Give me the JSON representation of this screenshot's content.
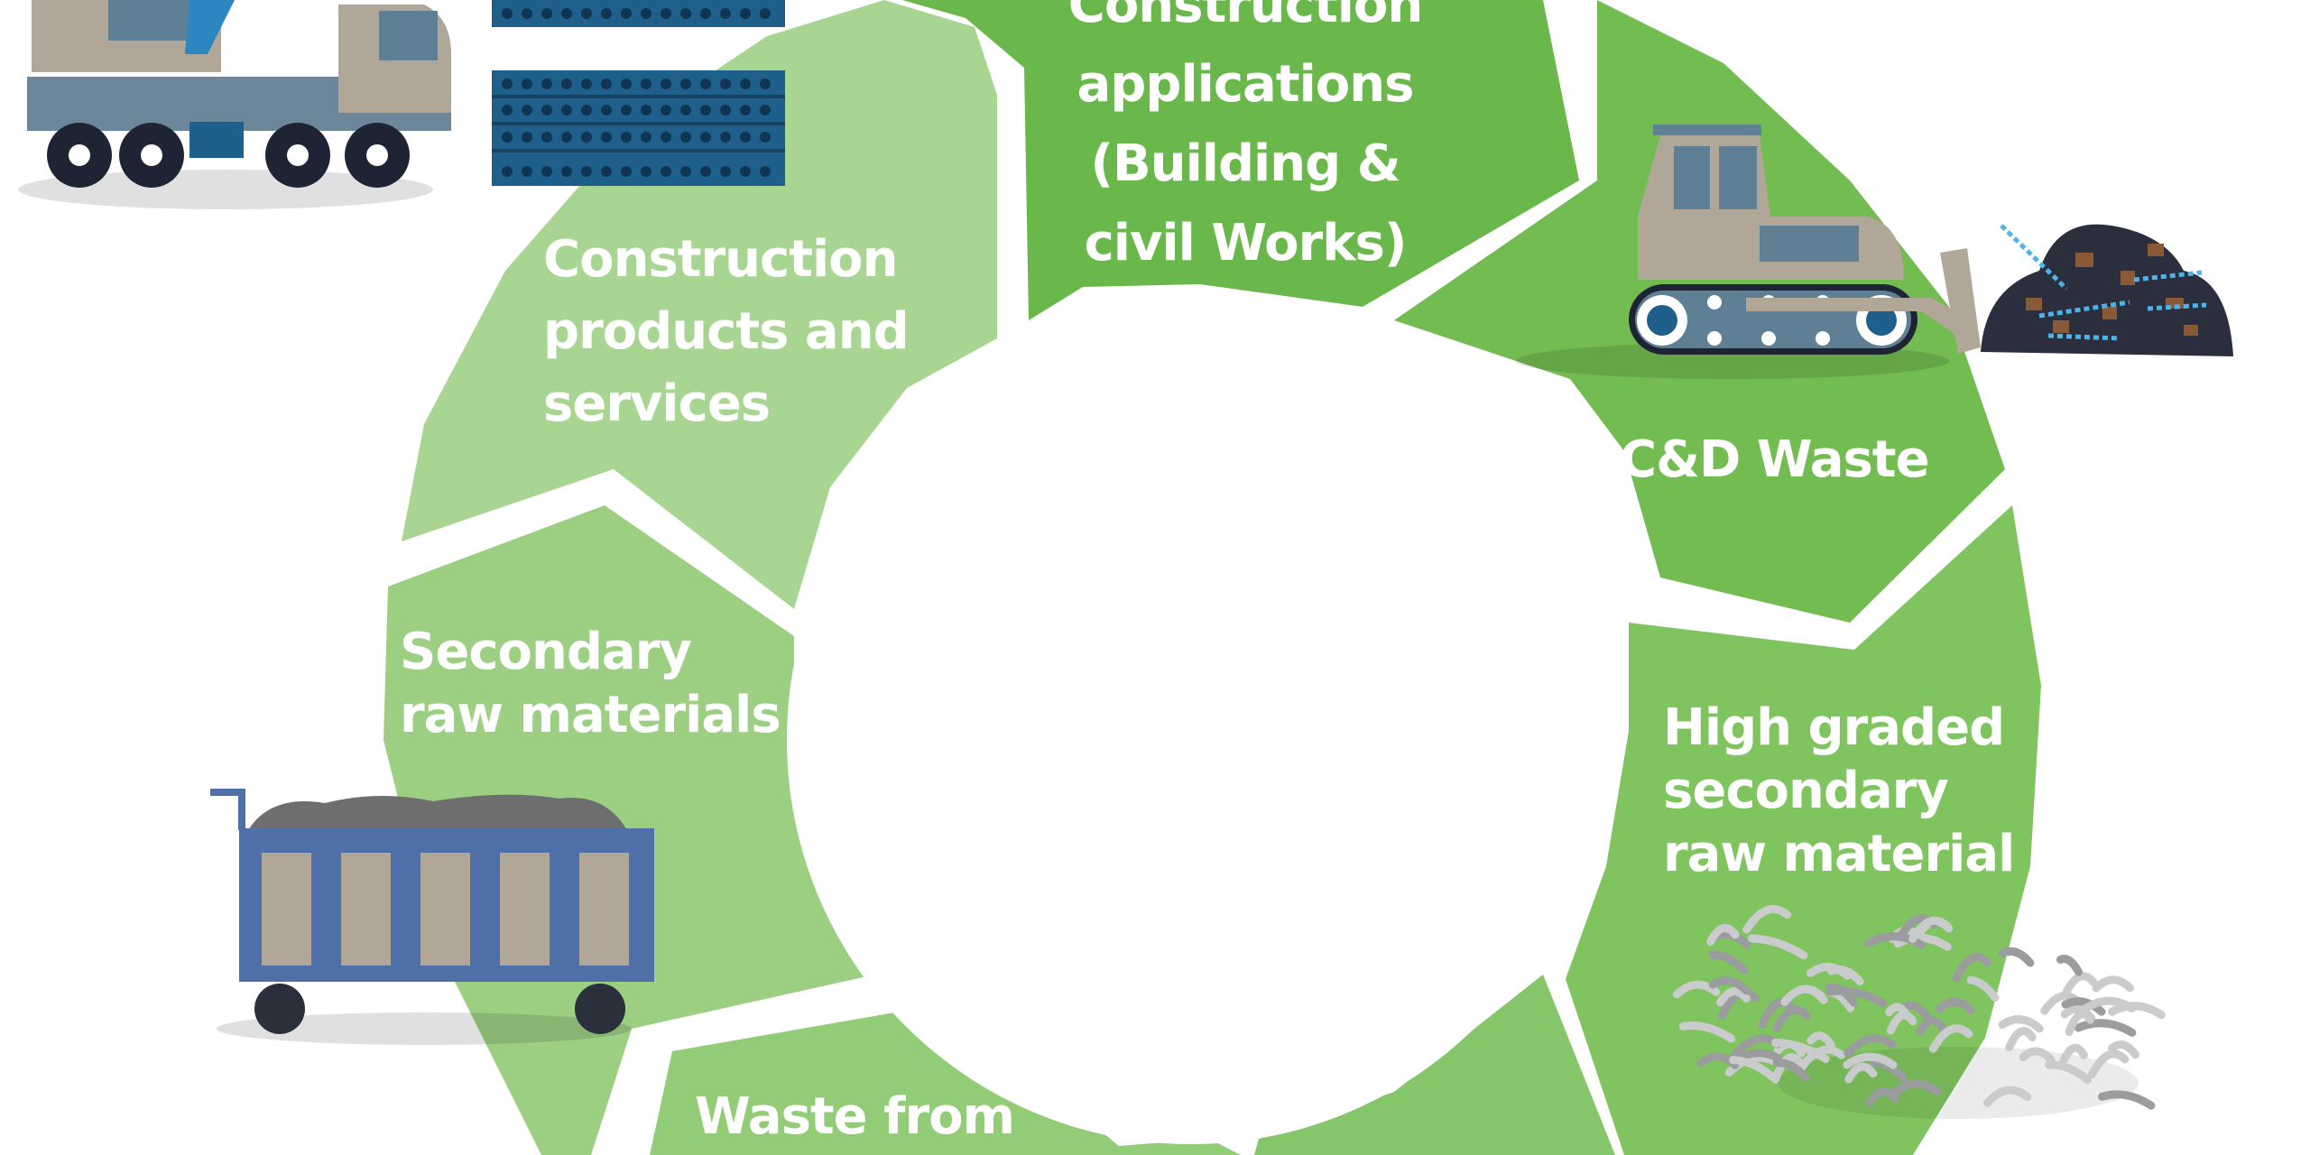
{
  "diagram": {
    "segments": [
      {
        "id": "construction-applications",
        "lines": [
          "Construction",
          "applications",
          "(Building &",
          "civil Works)"
        ]
      },
      {
        "id": "cd-waste",
        "lines": [
          "C&D Waste"
        ]
      },
      {
        "id": "high-graded-secondary-raw-material",
        "lines": [
          "High graded",
          "secondary",
          "raw material"
        ]
      },
      {
        "id": "waste-from",
        "lines": [
          "Waste from"
        ]
      },
      {
        "id": "secondary-raw-materials",
        "lines": [
          "Secondary",
          "raw materials"
        ]
      },
      {
        "id": "construction-products-and-services",
        "lines": [
          "Construction",
          "products and",
          "services"
        ]
      }
    ],
    "colors": {
      "segment_dark": "#6ab74b",
      "segment_mid": "#7fc45f",
      "segment_light": "#9ccf82",
      "segment_lightest": "#a9d592",
      "icon_blue": "#1f5f8b",
      "icon_grey": "#b0a799"
    },
    "icons": [
      "crane-truck-icon",
      "precast-slabs-icon",
      "bulldozer-icon",
      "rubble-pile-icon",
      "gravel-cart-icon",
      "metal-scrap-icon"
    ]
  }
}
